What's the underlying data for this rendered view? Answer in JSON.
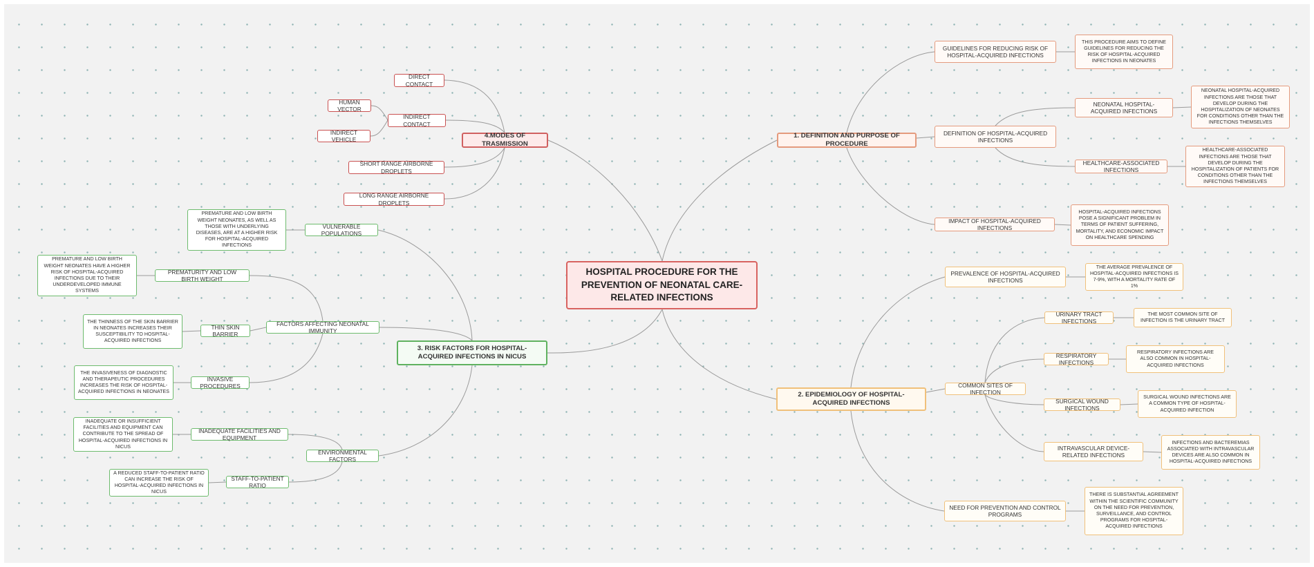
{
  "root": {
    "label": "HOSPITAL PROCEDURE FOR THE PREVENTION OF NEONATAL CARE-RELATED INFECTIONS"
  },
  "definition": {
    "label": "1. DEFINITION AND PURPOSE OF PROCEDURE",
    "guidelines": {
      "label": "GUIDELINES FOR REDUCING RISK OF HOSPITAL-ACQUIRED INFECTIONS",
      "desc": "THIS PROCEDURE AIMS TO DEFINE GUIDELINES FOR REDUCING THE RISK OF HOSPITAL-ACQUIRED INFECTIONS IN NEONATES"
    },
    "def_hai": {
      "label": "DEFINITION OF HOSPITAL-ACQUIRED INFECTIONS",
      "neonatal": {
        "label": "NEONATAL HOSPITAL-ACQUIRED INFECTIONS",
        "desc": "NEONATAL HOSPITAL-ACQUIRED INFECTIONS ARE THOSE THAT DEVELOP DURING THE HOSPITALIZATION OF NEONATES FOR CONDITIONS OTHER THAN THE INFECTIONS THEMSELVES"
      },
      "healthcare": {
        "label": "HEALTHCARE-ASSOCIATED INFECTIONS",
        "desc": "HEALTHCARE-ASSOCIATED INFECTIONS ARE THOSE THAT DEVELOP DURING THE HOSPITALIZATION OF PATIENTS FOR CONDITIONS OTHER THAN THE INFECTIONS THEMSELVES"
      }
    },
    "impact": {
      "label": "IMPACT OF HOSPITAL-ACQUIRED INFECTIONS",
      "desc": "HOSPITAL-ACQUIRED INFECTIONS POSE A SIGNIFICANT PROBLEM IN TERMS OF PATIENT SUFFERING, MORTALITY, AND ECONOMIC IMPACT ON HEALTHCARE SPENDING"
    }
  },
  "epidemiology": {
    "label": "2. EPIDEMIOLOGY OF HOSPITAL-ACQUIRED INFECTIONS",
    "prevalence": {
      "label": "PREVALENCE OF HOSPITAL-ACQUIRED INFECTIONS",
      "desc": "THE AVERAGE PREVALENCE OF HOSPITAL-ACQUIRED INFECTIONS IS 7-9%, WITH A MORTALITY RATE OF 1%"
    },
    "sites": {
      "label": "COMMON SITES OF INFECTION",
      "urinary": {
        "label": "URINARY TRACT INFECTIONS",
        "desc": "THE MOST COMMON SITE OF INFECTION IS THE URINARY TRACT"
      },
      "respiratory": {
        "label": "RESPIRATORY INFECTIONS",
        "desc": "RESPIRATORY INFECTIONS ARE ALSO COMMON IN HOSPITAL-ACQUIRED INFECTIONS"
      },
      "surgical": {
        "label": "SURGICAL WOUND INFECTIONS",
        "desc": "SURGICAL WOUND INFECTIONS ARE A COMMON TYPE OF HOSPITAL-ACQUIRED INFECTION"
      },
      "device": {
        "label": "INTRAVASCULAR DEVICE-RELATED INFECTIONS",
        "desc": "INFECTIONS AND BACTEREMIAS ASSOCIATED WITH INTRAVASCULAR DEVICES ARE ALSO COMMON IN HOSPITAL-ACQUIRED INFECTIONS"
      }
    },
    "need": {
      "label": "NEED FOR PREVENTION AND CONTROL PROGRAMS",
      "desc": "THERE IS SUBSTANTIAL AGREEMENT WITHIN THE SCIENTIFIC COMMUNITY ON THE NEED FOR PREVENTION, SURVEILLANCE, AND CONTROL PROGRAMS FOR HOSPITAL-ACQUIRED INFECTIONS"
    }
  },
  "risk": {
    "label": "3. RISK FACTORS FOR HOSPITAL-ACQUIRED INFECTIONS IN NICUs",
    "vulnerable": {
      "label": "VULNERABLE POPULATIONS",
      "desc": "PREMATURE AND LOW BIRTH WEIGHT NEONATES, AS WELL AS THOSE WITH UNDERLYING DISEASES, ARE AT A HIGHER RISK FOR HOSPITAL-ACQUIRED INFECTIONS"
    },
    "immunity": {
      "label": "FACTORS AFFECTING NEONATAL IMMUNITY",
      "prematurity": {
        "label": "PREMATURITY AND LOW BIRTH WEIGHT",
        "desc": "PREMATURE AND LOW BIRTH WEIGHT NEONATES HAVE A HIGHER RISK OF HOSPITAL-ACQUIRED INFECTIONS DUE TO THEIR UNDERDEVELOPED IMMUNE SYSTEMS"
      },
      "skin": {
        "label": "THIN SKIN BARRIER",
        "desc": "THE THINNESS OF THE SKIN BARRIER IN NEONATES INCREASES THEIR SUSCEPTIBILITY TO HOSPITAL-ACQUIRED INFECTIONS"
      },
      "invasive": {
        "label": "INVASIVE PROCEDURES",
        "desc": "THE INVASIVENESS OF DIAGNOSTIC AND THERAPEUTIC PROCEDURES INCREASES THE RISK OF HOSPITAL-ACQUIRED INFECTIONS IN NEONATES"
      }
    },
    "environmental": {
      "label": "ENVIRONMENTAL FACTORS",
      "facilities": {
        "label": "INADEQUATE FACILITIES AND EQUIPMENT",
        "desc": "INADEQUATE OR INSUFFICIENT FACILITIES AND EQUIPMENT CAN CONTRIBUTE TO THE SPREAD OF HOSPITAL-ACQUIRED INFECTIONS IN NICUS"
      },
      "staff": {
        "label": "STAFF-TO-PATIENT RATIO",
        "desc": "A REDUCED STAFF-TO-PATIENT RATIO CAN INCREASE THE RISK OF HOSPITAL-ACQUIRED INFECTIONS IN NICUS"
      }
    }
  },
  "transmission": {
    "label": "4.MODES OF TRASMISSION",
    "direct": "DIRECT CONTACT",
    "indirect": "INDIRECT CONTACT",
    "human_vector": "HUMAN VECTOR",
    "indirect_vehicle": "INDIRECT VEHICLE",
    "short_range": "SHORT RANGE AIRBORNE DROPLETS",
    "long_range": "LONG RANGE AIRBORNE DROPLETS"
  },
  "colors": {
    "link": "#9a9a9a",
    "branch1": "#e49a7d",
    "branch2": "#f0c07a",
    "branch3": "#5fb25f",
    "branch4": "#d06060",
    "root": "#d8625f"
  }
}
